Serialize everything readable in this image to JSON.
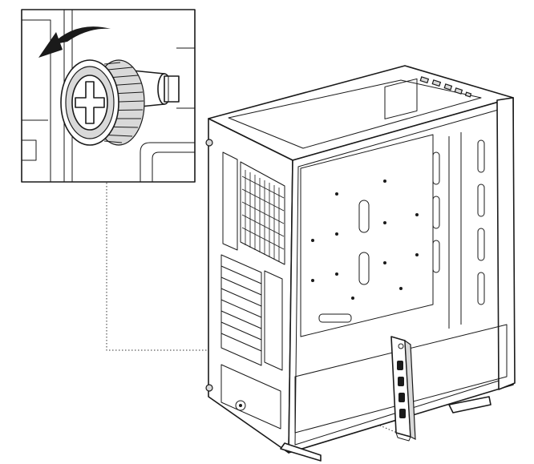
{
  "figure": {
    "subject": "pc-case-installation-diagram",
    "inset": {
      "element": "thumbscrew",
      "action_icon": "rotate-counterclockwise-arrow-icon"
    },
    "callout_part": "expansion-slot-cover",
    "line_color": "#1a1a1a",
    "background": "#ffffff",
    "text_labels": []
  }
}
